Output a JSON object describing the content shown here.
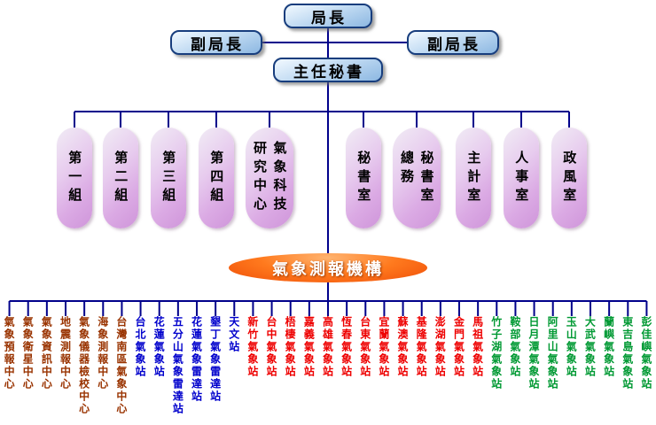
{
  "org": {
    "director": "局長",
    "deputy_left": "副局長",
    "deputy_right": "副局長",
    "chief_secretary": "主任秘書",
    "departments": [
      {
        "label": "第一組"
      },
      {
        "label": "第二組"
      },
      {
        "label": "第三組"
      },
      {
        "label": "第四組"
      },
      {
        "label": "氣象科技研究中心",
        "display": "氣象科技\n研究中心"
      },
      {
        "label": "秘書室"
      },
      {
        "label": "秘書室總務",
        "display": "秘書室\n總務"
      },
      {
        "label": "主計室"
      },
      {
        "label": "人事室"
      },
      {
        "label": "政風室"
      }
    ],
    "observation_group": "氣象測報機構",
    "stations": [
      {
        "label": "氣象預報中心",
        "group": "maroon"
      },
      {
        "label": "氣象衛星中心",
        "group": "maroon"
      },
      {
        "label": "氣象資訊中心",
        "group": "maroon"
      },
      {
        "label": "地震測報中心",
        "group": "maroon"
      },
      {
        "label": "氣象儀器檢校中心",
        "group": "maroon"
      },
      {
        "label": "海象測報中心",
        "group": "maroon"
      },
      {
        "label": "台灣南區氣象中心",
        "group": "maroon"
      },
      {
        "label": "台北氣象站",
        "group": "blue"
      },
      {
        "label": "花蓮氣象站",
        "group": "blue"
      },
      {
        "label": "五分山氣象雷達站",
        "group": "blue"
      },
      {
        "label": "花蓮氣象雷達站",
        "group": "blue"
      },
      {
        "label": "墾丁氣象雷達站",
        "group": "blue"
      },
      {
        "label": "天文站",
        "group": "blue"
      },
      {
        "label": "新竹氣象站",
        "group": "red"
      },
      {
        "label": "台中氣象站",
        "group": "red"
      },
      {
        "label": "梧棲氣象站",
        "group": "red"
      },
      {
        "label": "嘉義氣象站",
        "group": "red"
      },
      {
        "label": "高雄氣象站",
        "group": "red"
      },
      {
        "label": "恆春氣象站",
        "group": "red"
      },
      {
        "label": "台東氣象站",
        "group": "red"
      },
      {
        "label": "宜蘭氣象站",
        "group": "red"
      },
      {
        "label": "蘇澳氣象站",
        "group": "red"
      },
      {
        "label": "基隆氣象站",
        "group": "red"
      },
      {
        "label": "澎湖氣象站",
        "group": "red"
      },
      {
        "label": "金門氣象站",
        "group": "red"
      },
      {
        "label": "馬祖氣象站",
        "group": "red"
      },
      {
        "label": "竹子湖氣象站",
        "group": "green"
      },
      {
        "label": "鞍部氣象站",
        "group": "green"
      },
      {
        "label": "日月潭氣象站",
        "group": "green"
      },
      {
        "label": "阿里山氣象站",
        "group": "green"
      },
      {
        "label": "玉山氣象站",
        "group": "green"
      },
      {
        "label": "大武氣象站",
        "group": "green"
      },
      {
        "label": "蘭嶼氣象站",
        "group": "green"
      },
      {
        "label": "東吉島氣象站",
        "group": "green"
      },
      {
        "label": "彭佳嶼氣象站",
        "group": "green"
      }
    ]
  },
  "colors": {
    "connector": "#00008b",
    "node_border": "#173d7d",
    "ellipse_orange": "#ff7a1e",
    "station_groups": {
      "maroon": "#993300",
      "blue": "#0000cc",
      "red": "#ee0000",
      "green": "#009933"
    }
  }
}
